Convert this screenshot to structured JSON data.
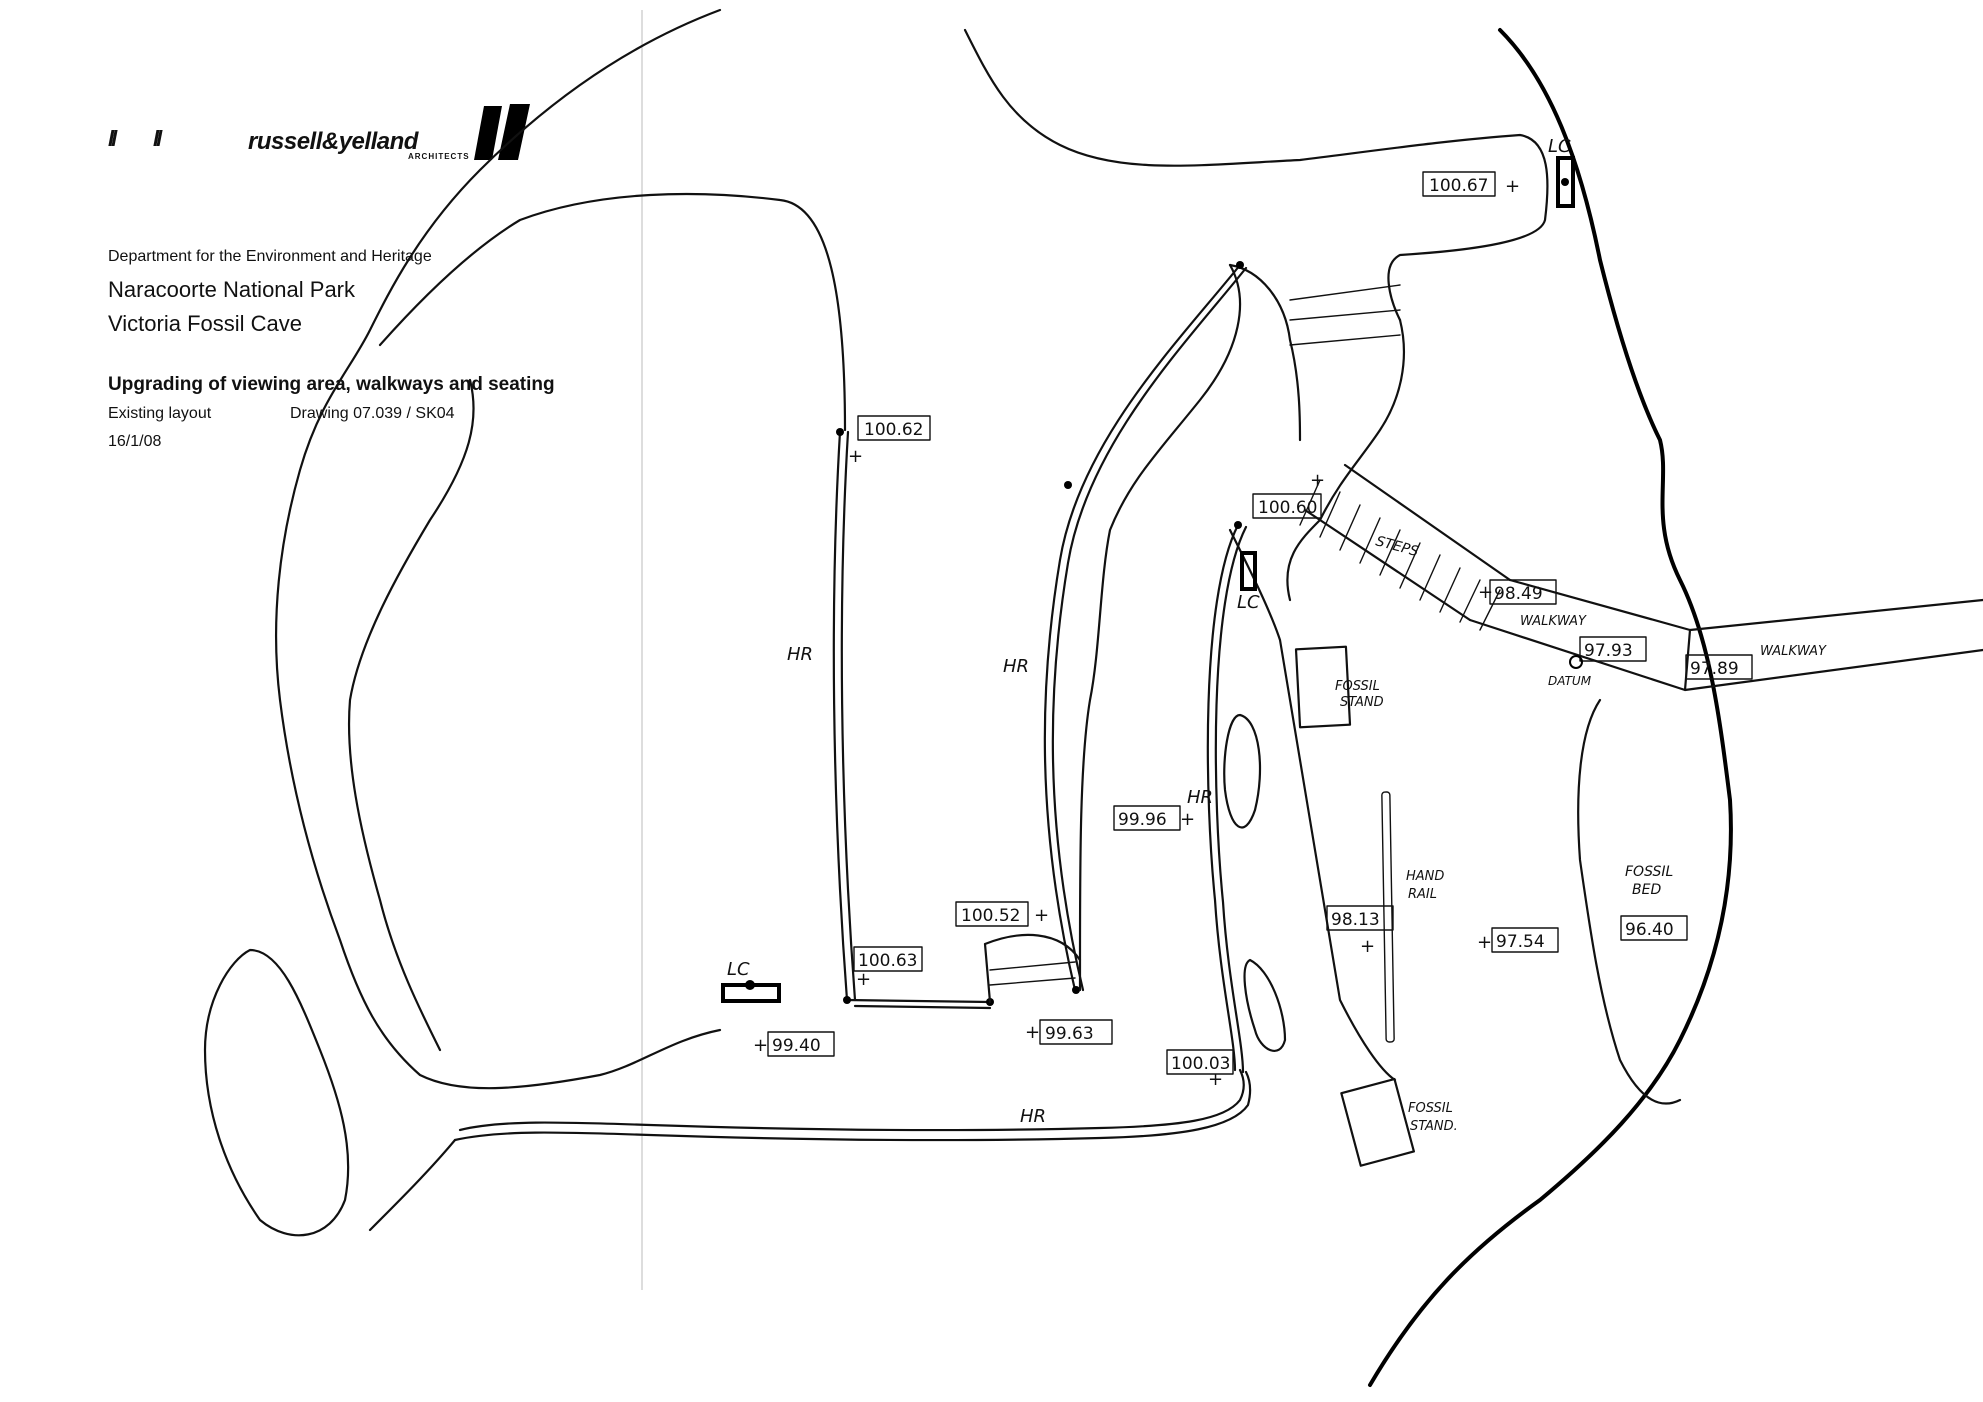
{
  "logo": {
    "marks": "ll ll",
    "brand": "russell&yelland",
    "sub": "ARCHITECTS"
  },
  "title_block": {
    "department": "Department for the Environment and Heritage",
    "park": "Naracoorte National Park",
    "site": "Victoria Fossil Cave",
    "project": "Upgrading of viewing area, walkways and seating",
    "layout": "Existing layout",
    "drawing": "Drawing  07.039 / SK04",
    "date": "16/1/08"
  },
  "levels": {
    "l1": "100.67",
    "l2": "100.62",
    "l3": "100.60",
    "l4": "98.49",
    "l5": "97.93",
    "l6": "97.89",
    "l7": "99.96",
    "l8": "100.52",
    "l9": "100.63",
    "l10": "98.13",
    "l11": "97.54",
    "l12": "96.40",
    "l13": "99.40",
    "l14": "99.63",
    "l15": "100.03"
  },
  "labels": {
    "lc1": "LC",
    "lc2": "LC",
    "lc3": "LC",
    "hr1": "HR",
    "hr2": "HR",
    "hr3": "HR",
    "hr4": "HR",
    "steps": "STEPS",
    "walkway1": "WALKWAY",
    "walkway2": "WALKWAY",
    "datum": "DATUM",
    "fossil_stand1_a": "FOSSIL",
    "fossil_stand1_b": "STAND",
    "hand_rail_a": "HAND",
    "hand_rail_b": "RAIL",
    "fossil_bed_a": "FOSSIL",
    "fossil_bed_b": "BED",
    "fossil_stand2_a": "FOSSIL",
    "fossil_stand2_b": "STAND."
  }
}
